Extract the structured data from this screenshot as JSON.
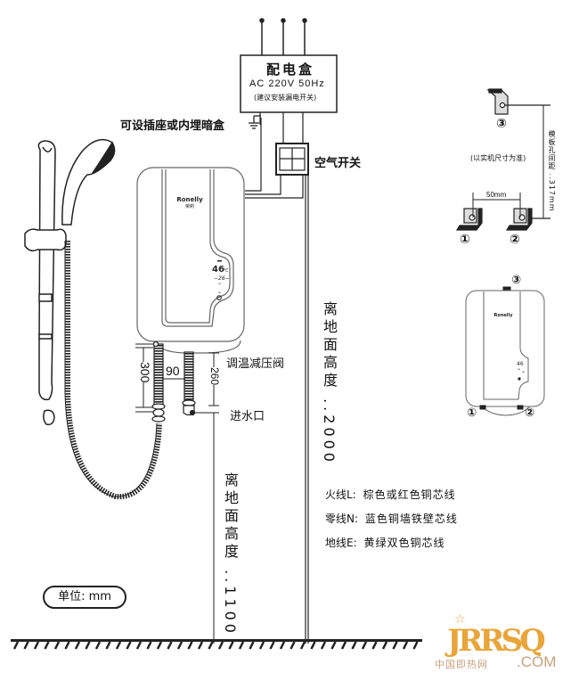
{
  "distribution_box": {
    "title": "配电盒",
    "spec": "AC  220V  50Hz",
    "note": "(建议安装漏电开关)"
  },
  "labels": {
    "socket_note": "可设插座或内埋暗盒",
    "air_switch": "空气开关",
    "valve": "调温减压阀",
    "water_inlet": "进水口",
    "height_high": "离地面高度 ..2000",
    "height_low": "离地面高度 ..1100"
  },
  "dimensions": {
    "d300": "300",
    "d90": "90",
    "d260": "260",
    "mount_spacing": "50mm",
    "hole_distance": "模板孔间距 ..317mm",
    "mount_note": "(以实机尺寸为准)"
  },
  "mount_markers": [
    "①",
    "②",
    "③"
  ],
  "heater": {
    "brand": "Ronelly",
    "brand_cn": "荣莉",
    "display_temp": "46",
    "display_unit": "℃",
    "display_set": "26"
  },
  "wiring": [
    {
      "name": "火线L:",
      "desc": "棕色或红色铜芯线"
    },
    {
      "name": "零线N:",
      "desc": "蓝色铜墙铁壁芯线"
    },
    {
      "name": "地线E:",
      "desc": "黄绿双色铜芯线"
    }
  ],
  "unit_label": "单位: mm",
  "watermark": {
    "main": "JRRSQ",
    "sub": "中国即热网",
    "com": ".COM"
  },
  "colors": {
    "line": "#222222",
    "watermark_gold": "#e9a53a",
    "watermark_tan": "#c9a07a"
  }
}
